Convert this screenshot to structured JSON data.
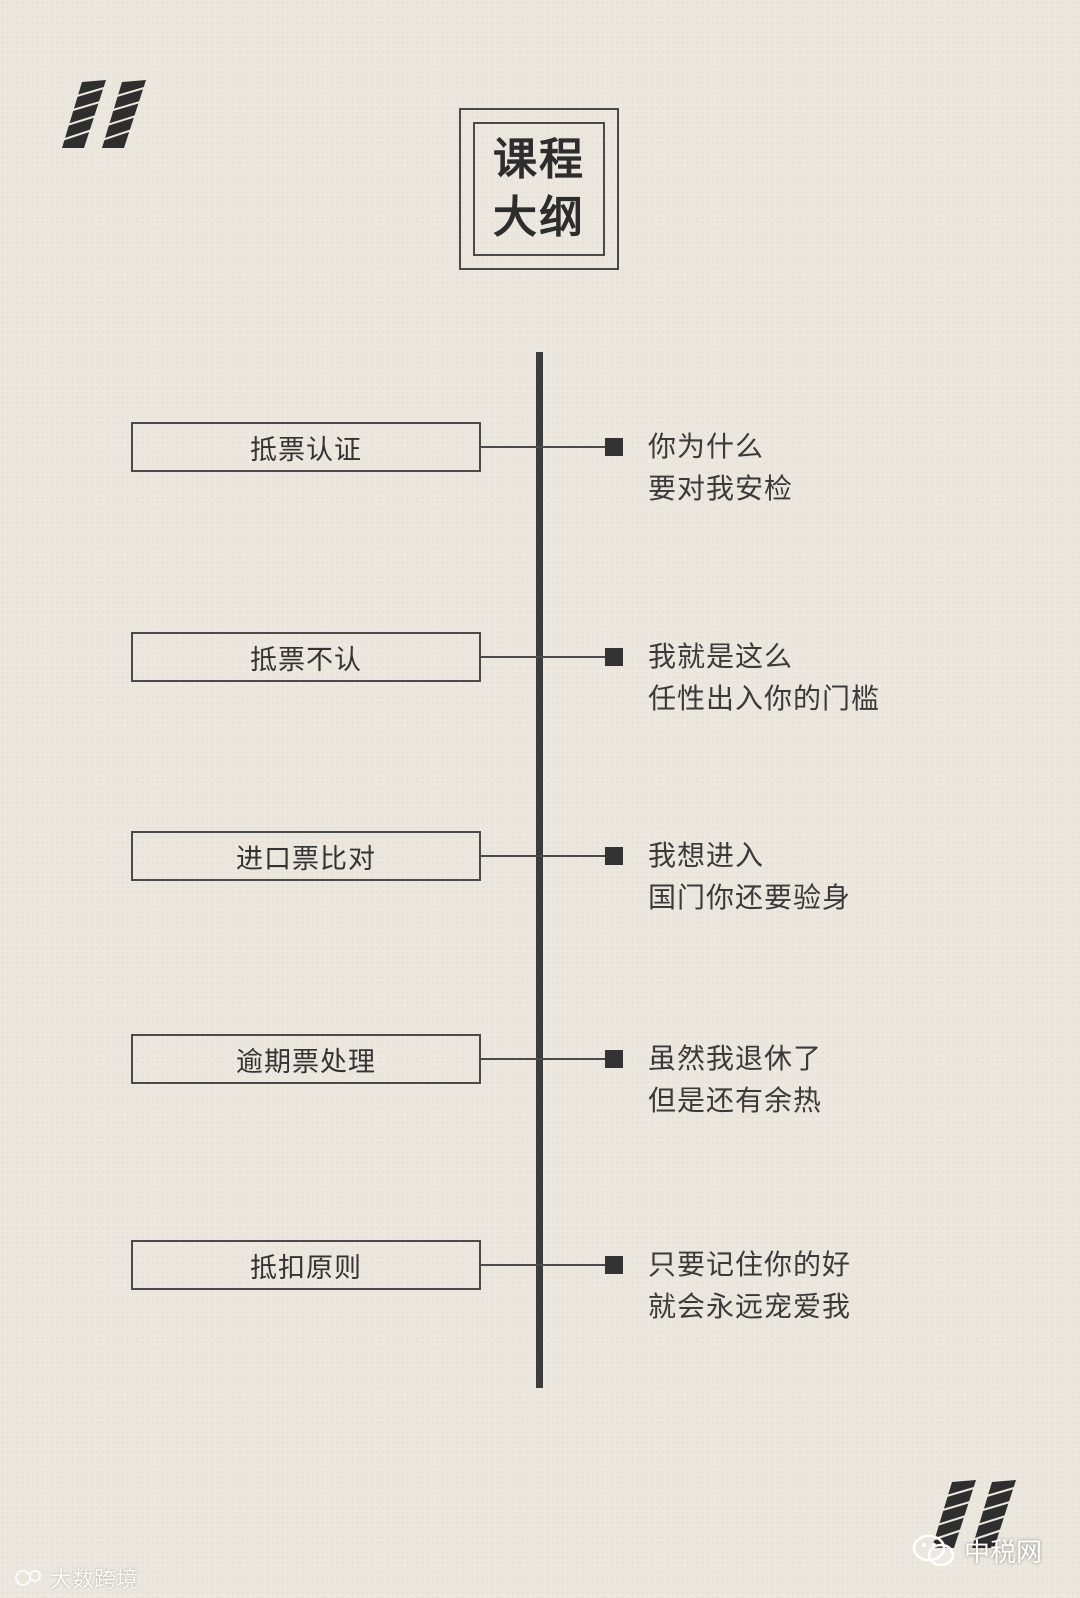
{
  "title": {
    "line1": "课程",
    "line2": "大纲"
  },
  "items": [
    {
      "topic": "抵票认证",
      "desc_line1": "你为什么",
      "desc_line2": "要对我安检"
    },
    {
      "topic": "抵票不认",
      "desc_line1": "我就是这么",
      "desc_line2": "任性出入你的门槛"
    },
    {
      "topic": "进口票比对",
      "desc_line1": "我想进入",
      "desc_line2": "国门你还要验身"
    },
    {
      "topic": "逾期票处理",
      "desc_line1": "虽然我退休了",
      "desc_line2": "但是还有余热"
    },
    {
      "topic": "抵扣原则",
      "desc_line1": "只要记住你的好",
      "desc_line2": "就会永远宠爱我"
    }
  ],
  "watermarks": {
    "left": "大数跨境",
    "right": "中税网"
  },
  "colors": {
    "background": "#ece7de",
    "ink": "#3b3b3b"
  }
}
